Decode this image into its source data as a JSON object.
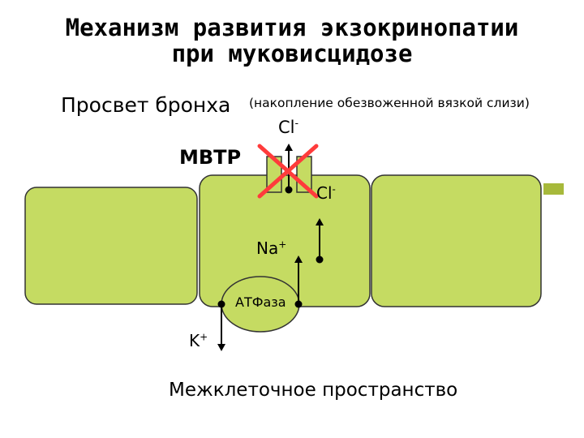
{
  "title_line1": "Механизм развития экзокринопатии",
  "title_line2": "при муковисцидозе",
  "lumen_label": "Просвет бронха",
  "lumen_note": "(накопление обезвоженной вязкой слизи)",
  "cftr_label": "МВТР",
  "chloride_top": "Cl",
  "chloride_mid": "Cl",
  "sodium": "Na",
  "atpase": "АТФаза",
  "potassium": "K",
  "ion_charge_negative": "-",
  "ion_charge_positive": "+",
  "interstitial_label": "Межклеточное пространство",
  "colors": {
    "cell_fill": "#c5db62",
    "cell_stroke": "#333333",
    "cross": "#ff3b3b",
    "bullet": "#a7b93b"
  }
}
